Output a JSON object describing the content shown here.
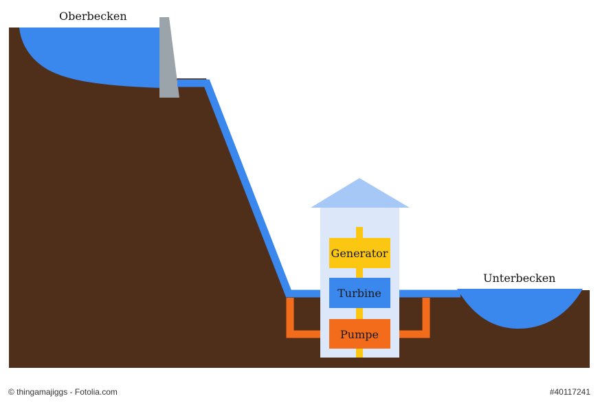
{
  "labels": {
    "upper_reservoir": "Oberbecken",
    "lower_reservoir": "Unterbecken",
    "generator": "Generator",
    "turbine": "Turbine",
    "pump": "Pumpe"
  },
  "footer": {
    "credit": "© thingamajiggs - Fotolia.com",
    "stock_id": "#40117241"
  },
  "colors": {
    "earth": "#4f2e1a",
    "water": "#3a87ee",
    "dam": "#9aa4aa",
    "house_roof": "#a6c8f7",
    "house_body": "#dce8fa",
    "generator": "#fbc712",
    "turbine": "#3a87ee",
    "pump": "#f26c1c",
    "shaft": "#fbc712"
  }
}
